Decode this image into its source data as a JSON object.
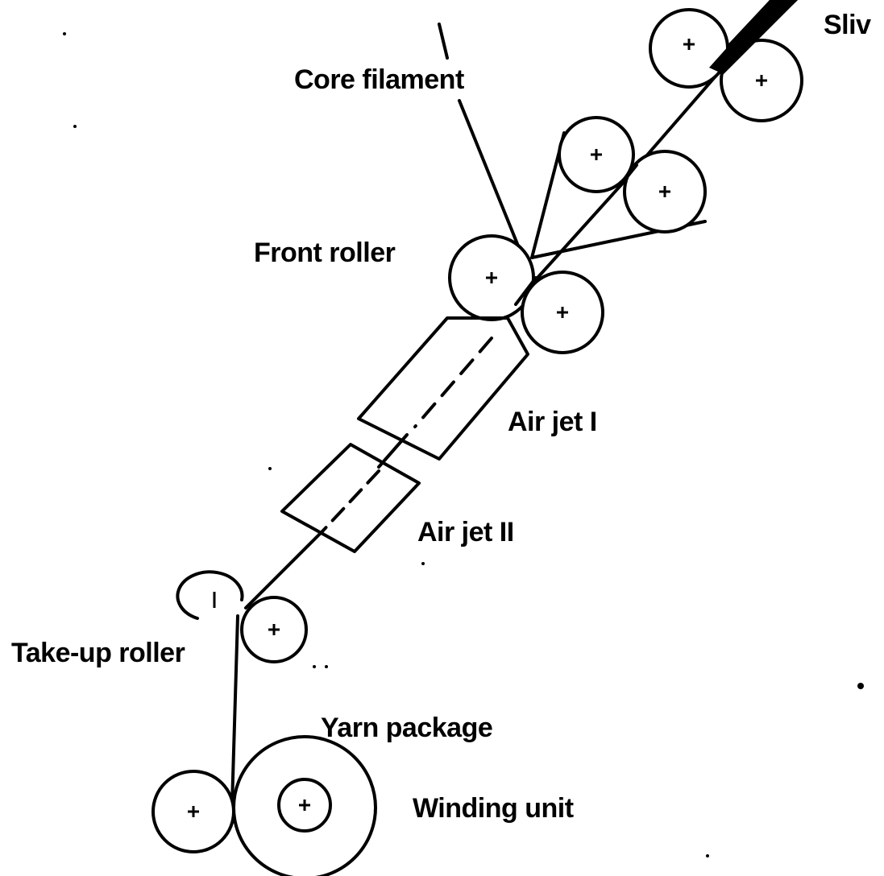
{
  "labels": {
    "sliver": "Sliv",
    "core_filament": "Core filament",
    "front_roller": "Front roller",
    "air_jet_1": "Air jet I",
    "air_jet_2": "Air jet II",
    "take_up_roller": "Take-up roller",
    "yarn_package": "Yarn package",
    "winding_unit": "Winding unit"
  },
  "colors": {
    "line": "#000000",
    "background": "#ffffff"
  }
}
